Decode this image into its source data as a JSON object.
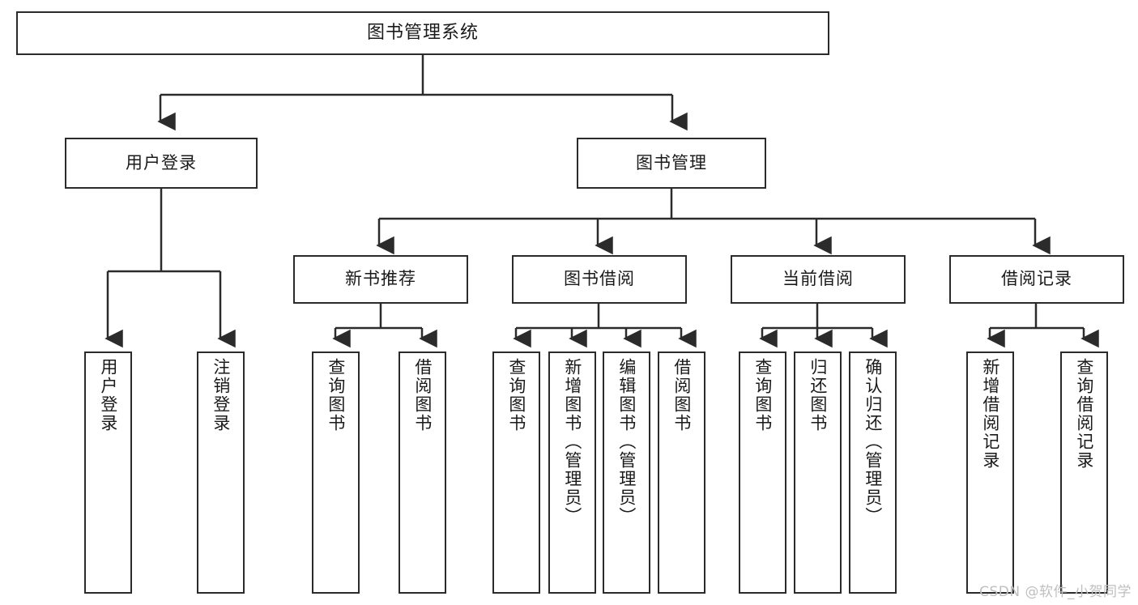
{
  "diagram": {
    "title": "图书管理系统",
    "type": "tree-hierarchy-diagram",
    "root": {
      "label": "图书管理系统"
    },
    "level2": [
      {
        "label": "用户登录"
      },
      {
        "label": "图书管理"
      }
    ],
    "level3": [
      {
        "label": "新书推荐"
      },
      {
        "label": "图书借阅"
      },
      {
        "label": "当前借阅"
      },
      {
        "label": "借阅记录"
      }
    ],
    "leaves": {
      "user_login": [
        {
          "label": "用户登录"
        },
        {
          "label": "注销登录"
        }
      ],
      "new_book_recommend": [
        {
          "label": "查询图书"
        },
        {
          "label": "借阅图书"
        }
      ],
      "book_borrow": [
        {
          "label": "查询图书"
        },
        {
          "label": "新增图书（管理员）"
        },
        {
          "label": "编辑图书（管理员）"
        },
        {
          "label": "借阅图书"
        }
      ],
      "current_borrow": [
        {
          "label": "查询图书"
        },
        {
          "label": "归还图书"
        },
        {
          "label": "确认归还（管理员）"
        }
      ],
      "borrow_records": [
        {
          "label": "新增借阅记录"
        },
        {
          "label": "查询借阅记录"
        }
      ]
    }
  },
  "watermark": {
    "text": "CSDN @软件_小贺同学"
  },
  "colors": {
    "stroke": "#2b2b2b",
    "fill": "#ffffff",
    "text": "#1a1a1a",
    "watermark": "#bfbfbf"
  }
}
